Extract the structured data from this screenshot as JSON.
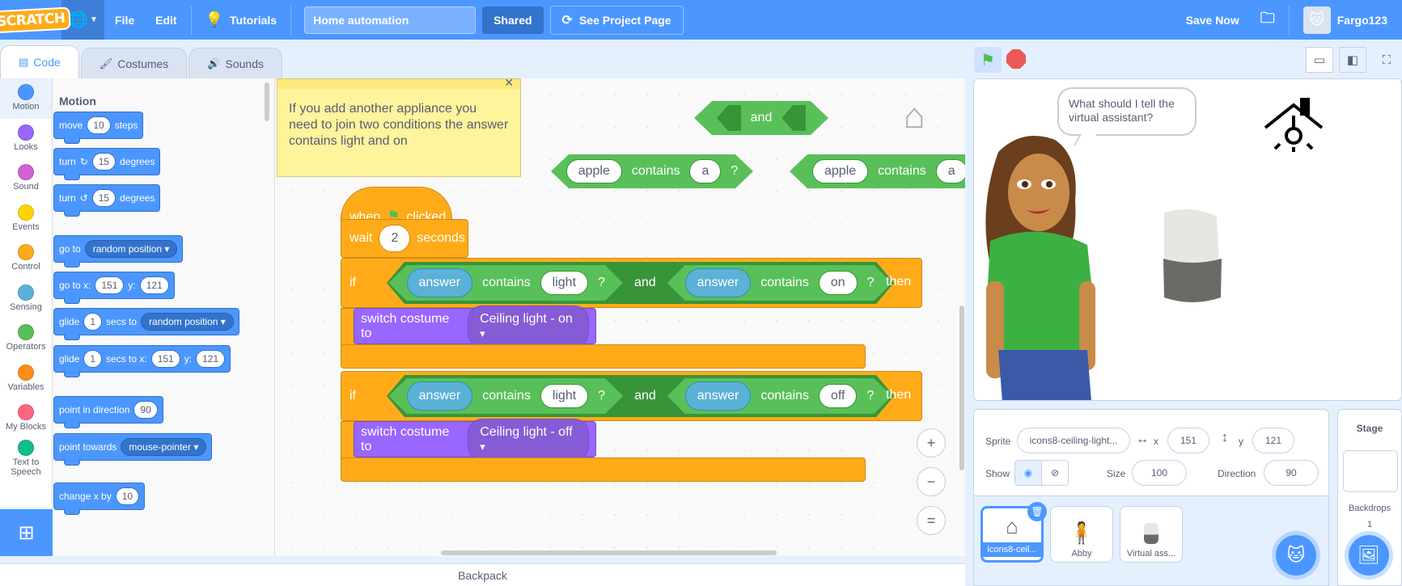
{
  "menubar": {
    "logo": "SCRATCH",
    "file": "File",
    "edit": "Edit",
    "tutorials": "Tutorials",
    "project_title": "Home automation",
    "shared": "Shared",
    "see_project": "See Project Page",
    "save_now": "Save Now",
    "username": "Fargo123"
  },
  "tabs": {
    "code": "Code",
    "costumes": "Costumes",
    "sounds": "Sounds"
  },
  "categories": [
    {
      "label": "Motion",
      "color": "#4c97ff"
    },
    {
      "label": "Looks",
      "color": "#9966ff"
    },
    {
      "label": "Sound",
      "color": "#cf63cf"
    },
    {
      "label": "Events",
      "color": "#ffd500"
    },
    {
      "label": "Control",
      "color": "#ffab19"
    },
    {
      "label": "Sensing",
      "color": "#5cb1d6"
    },
    {
      "label": "Operators",
      "color": "#59c059"
    },
    {
      "label": "Variables",
      "color": "#ff8c1a"
    },
    {
      "label": "My Blocks",
      "color": "#ff6680"
    },
    {
      "label": "Text to Speech",
      "color": "#0fbd8c"
    }
  ],
  "palette": {
    "title": "Motion",
    "move": {
      "a": "move",
      "v": "10",
      "b": "steps"
    },
    "turn_cw": {
      "a": "turn",
      "v": "15",
      "b": "degrees"
    },
    "turn_ccw": {
      "a": "turn",
      "v": "15",
      "b": "degrees"
    },
    "goto": {
      "a": "go to",
      "dd": "random position"
    },
    "gotoxy": {
      "a": "go to x:",
      "x": "151",
      "ylbl": "y:",
      "y": "121"
    },
    "glide": {
      "a": "glide",
      "v": "1",
      "b": "secs to",
      "dd": "random position"
    },
    "glidexy": {
      "a": "glide",
      "v": "1",
      "b": "secs to x:",
      "x": "151",
      "ylbl": "y:",
      "y": "121"
    },
    "point_dir": {
      "a": "point in direction",
      "v": "90"
    },
    "point_towards": {
      "a": "point towards",
      "dd": "mouse-pointer"
    },
    "change_x": {
      "a": "change x by",
      "v": "10"
    }
  },
  "workspace": {
    "note": "If you add another appliance you need to join two conditions the answer contains light and on",
    "and_block": "and",
    "apple1": {
      "a": "apple",
      "b": "contains",
      "c": "a",
      "d": "?"
    },
    "apple2": {
      "a": "apple",
      "b": "contains",
      "c": "a"
    },
    "when_clicked": {
      "a": "when",
      "b": "clicked"
    },
    "wait": {
      "a": "wait",
      "v": "2",
      "b": "seconds"
    },
    "if1": {
      "if": "if",
      "answer1": "answer",
      "contains1": "contains",
      "val1": "light",
      "q1": "?",
      "and": "and",
      "answer2": "answer",
      "contains2": "contains",
      "val2": "on",
      "q2": "?",
      "then": "then"
    },
    "switch1": {
      "a": "switch costume to",
      "dd": "Ceiling light - on"
    },
    "if2": {
      "if": "if",
      "answer1": "answer",
      "contains1": "contains",
      "val1": "light",
      "q1": "?",
      "and": "and",
      "answer2": "answer",
      "contains2": "contains",
      "val2": "off",
      "q2": "?",
      "then": "then"
    },
    "switch2": {
      "a": "switch costume to",
      "dd": "Ceiling light - off"
    },
    "zoom_in": "+",
    "zoom_out": "−",
    "zoom_reset": "="
  },
  "backpack": "Backpack",
  "stage": {
    "bubble": "What should I tell the virtual assistant?"
  },
  "sprite_info": {
    "sprite_label": "Sprite",
    "sprite_name": "icons8-ceiling-light...",
    "x_label": "x",
    "x": "151",
    "y_label": "y",
    "y": "121",
    "show_label": "Show",
    "size_label": "Size",
    "size": "100",
    "direction_label": "Direction",
    "direction": "90"
  },
  "sprites": [
    {
      "name": "icons8-ceil..."
    },
    {
      "name": "Abby"
    },
    {
      "name": "Virtual ass..."
    }
  ],
  "stage_panel": {
    "title": "Stage",
    "backdrops_label": "Backdrops",
    "backdrops_count": "1"
  }
}
